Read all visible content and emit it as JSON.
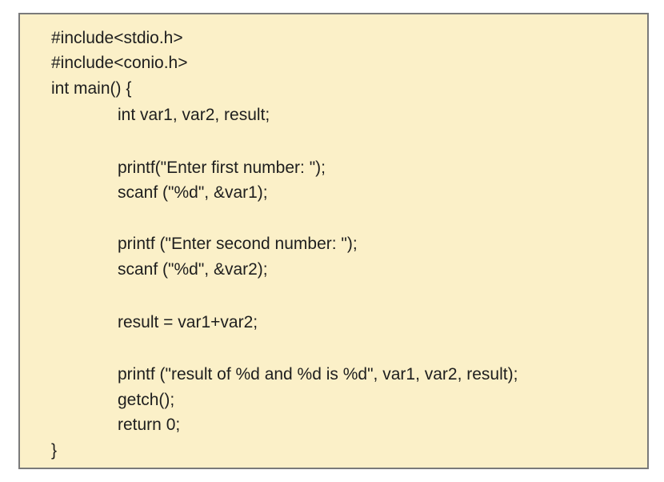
{
  "code": {
    "lines": [
      "#include<stdio.h>",
      "#include<conio.h>",
      "int main() {",
      "int var1, var2, result;",
      "",
      "printf(\"Enter first number: \");",
      "scanf (\"%d\", &var1);",
      "",
      "printf (\"Enter second number: \");",
      "scanf (\"%d\", &var2);",
      "",
      "result = var1+var2;",
      "",
      "printf (\"result of %d and %d is %d\", var1, var2, result);",
      "getch();",
      "return 0;",
      "}"
    ]
  },
  "colors": {
    "background": "#fbf0c8",
    "border": "#7a7a7a",
    "text": "#1e1e1e"
  }
}
